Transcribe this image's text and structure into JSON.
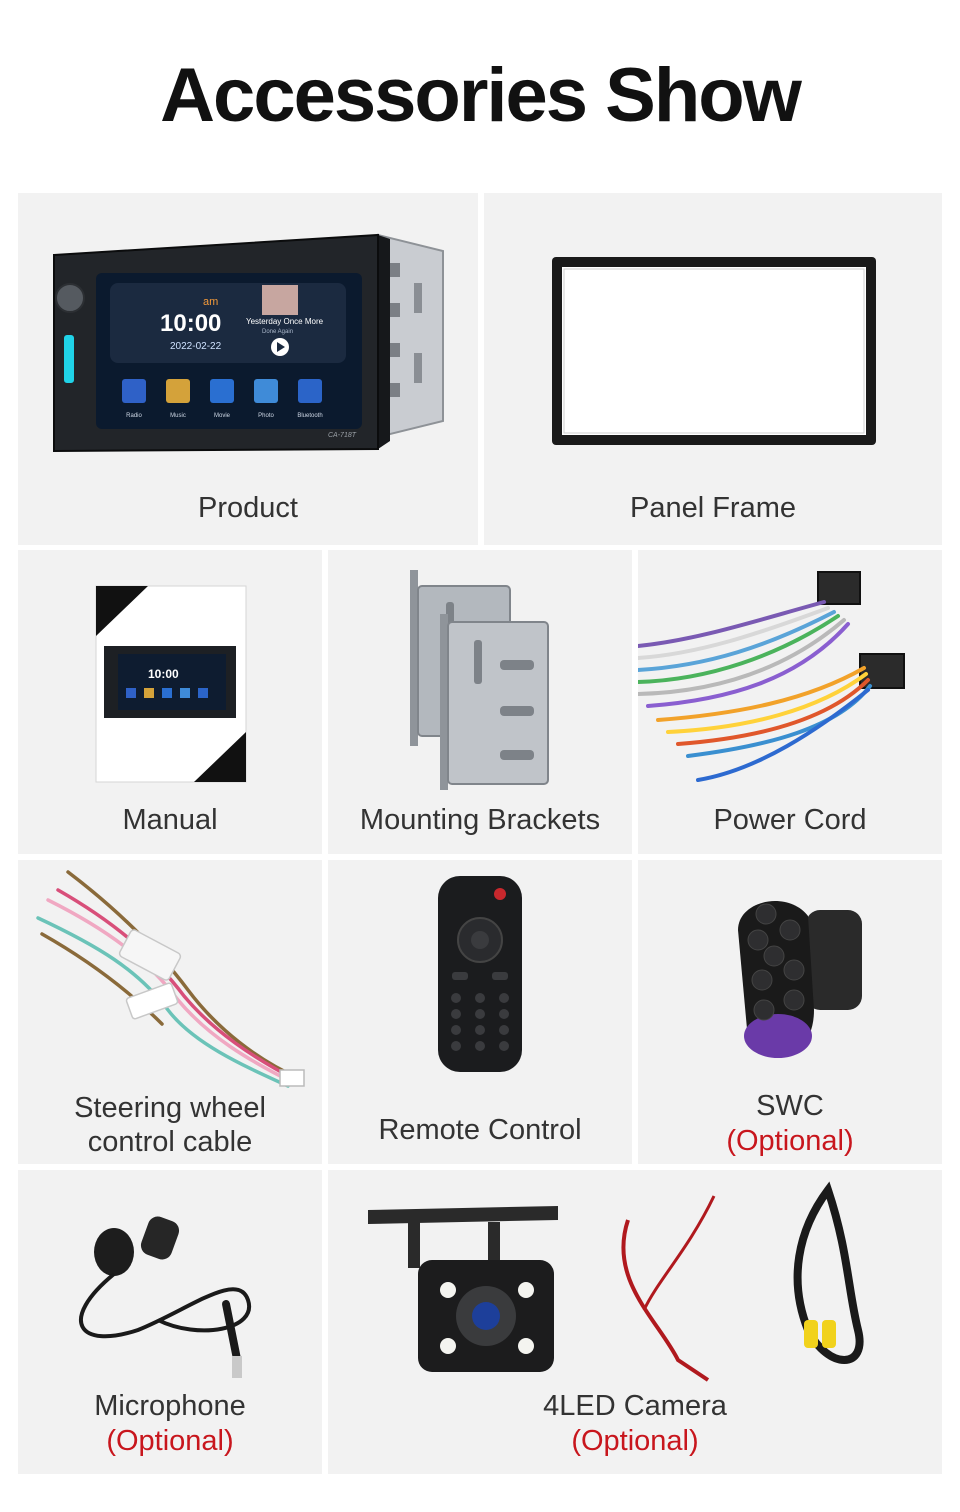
{
  "page": {
    "title": "Accessories Show"
  },
  "items": {
    "product": {
      "label": "Product",
      "screen_time": "10:00",
      "screen_ampm": "am",
      "screen_date": "2022-02-22",
      "song_title": "Yesterday Once More",
      "song_status": "Done Again",
      "apps": [
        "Radio",
        "Music",
        "Movie",
        "Photo",
        "Bluetooth"
      ],
      "model": "CA-718T"
    },
    "panel_frame": {
      "label": "Panel Frame"
    },
    "manual": {
      "label": "Manual",
      "screen_time": "10:00"
    },
    "mounting_brackets": {
      "label": "Mounting Brackets"
    },
    "power_cord": {
      "label": "Power Cord"
    },
    "steering_cable": {
      "label_line1": "Steering wheel",
      "label_line2": "control cable"
    },
    "remote_control": {
      "label": "Remote Control"
    },
    "swc": {
      "label": "SWC",
      "optional": "(Optional)"
    },
    "microphone": {
      "label": "Microphone",
      "optional": "(Optional)"
    },
    "camera": {
      "label": "4LED Camera",
      "optional": "(Optional)"
    }
  },
  "colors": {
    "cell_bg": "#f2f2f2",
    "optional_text": "#c8161d",
    "label_text": "#333333",
    "title_text": "#111111"
  }
}
